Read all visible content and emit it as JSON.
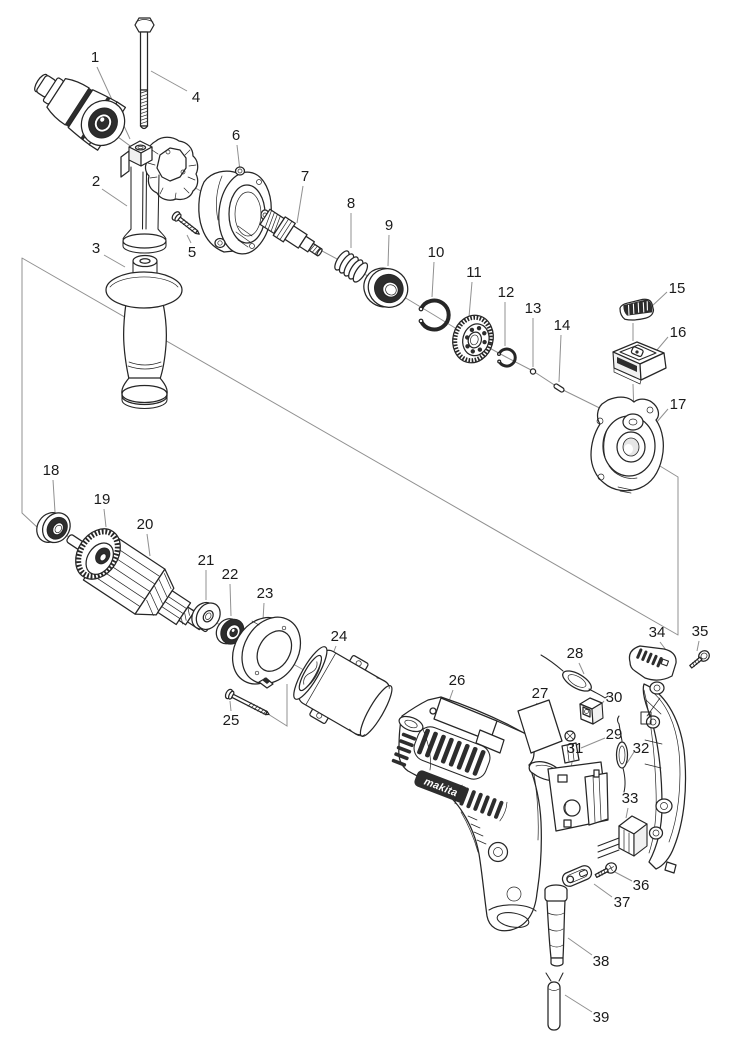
{
  "diagram": {
    "brand_logo": "makita",
    "colors": {
      "background": "#ffffff",
      "outline": "#262626",
      "leader_line": "#909090",
      "dark_fill": "#2d2d2d",
      "label_text": "#1b1b1b"
    },
    "callouts": [
      {
        "num": "1",
        "part": "drill-chuck",
        "label": [
          95,
          57
        ],
        "leader": [
          [
            97,
            67
          ],
          [
            130,
            139
          ]
        ]
      },
      {
        "num": "2",
        "part": "gear-housing",
        "label": [
          96,
          181
        ],
        "leader": [
          [
            102,
            189
          ],
          [
            127,
            206
          ]
        ]
      },
      {
        "num": "3",
        "part": "side-handle-grip",
        "label": [
          96,
          248
        ],
        "leader": [
          [
            104,
            255
          ],
          [
            125,
            267
          ]
        ]
      },
      {
        "num": "4",
        "part": "handle-bolt",
        "label": [
          196,
          97
        ],
        "leader": [
          [
            187,
            91
          ],
          [
            151,
            71
          ]
        ]
      },
      {
        "num": "5",
        "part": "tapping-screw",
        "label": [
          192,
          252
        ],
        "leader": [
          [
            191,
            243
          ],
          [
            187,
            235
          ]
        ]
      },
      {
        "num": "6",
        "part": "gear-housing-cover",
        "label": [
          236,
          135
        ],
        "leader": [
          [
            237,
            145
          ],
          [
            240,
            171
          ]
        ]
      },
      {
        "num": "7",
        "part": "spindle",
        "label": [
          305,
          176
        ],
        "leader": [
          [
            303,
            186
          ],
          [
            297,
            223
          ]
        ]
      },
      {
        "num": "8",
        "part": "compression-spring",
        "label": [
          351,
          203
        ],
        "leader": [
          [
            351,
            213
          ],
          [
            351,
            248
          ]
        ]
      },
      {
        "num": "9",
        "part": "ball-bearing",
        "label": [
          389,
          225
        ],
        "leader": [
          [
            389,
            235
          ],
          [
            388,
            266
          ]
        ]
      },
      {
        "num": "10",
        "part": "retaining-ring",
        "label": [
          436,
          252
        ],
        "leader": [
          [
            434,
            262
          ],
          [
            432,
            297
          ]
        ]
      },
      {
        "num": "11",
        "part": "gear",
        "label": [
          474,
          272
        ],
        "leader": [
          [
            472,
            282
          ],
          [
            469,
            317
          ]
        ]
      },
      {
        "num": "12",
        "part": "retaining-ring-small",
        "label": [
          506,
          292
        ],
        "leader": [
          [
            505,
            302
          ],
          [
            505,
            346
          ]
        ]
      },
      {
        "num": "13",
        "part": "steel-ball",
        "label": [
          533,
          308
        ],
        "leader": [
          [
            533,
            318
          ],
          [
            533,
            367
          ]
        ]
      },
      {
        "num": "14",
        "part": "pin",
        "label": [
          562,
          325
        ],
        "leader": [
          [
            561,
            335
          ],
          [
            559,
            382
          ]
        ]
      },
      {
        "num": "15",
        "part": "lock-button",
        "label": [
          677,
          288
        ],
        "leader": [
          [
            667,
            292
          ],
          [
            651,
            307
          ]
        ]
      },
      {
        "num": "16",
        "part": "slide-switch",
        "label": [
          678,
          332
        ],
        "leader": [
          [
            668,
            337
          ],
          [
            657,
            350
          ]
        ]
      },
      {
        "num": "17",
        "part": "bearing-box",
        "label": [
          678,
          404
        ],
        "leader": [
          [
            668,
            409
          ],
          [
            656,
            423
          ]
        ]
      },
      {
        "num": "18",
        "part": "ball-bearing-front",
        "label": [
          51,
          470
        ],
        "leader": [
          [
            53,
            480
          ],
          [
            55,
            512
          ]
        ]
      },
      {
        "num": "19",
        "part": "bevel-gear",
        "label": [
          102,
          499
        ],
        "leader": [
          [
            104,
            509
          ],
          [
            106,
            527
          ]
        ]
      },
      {
        "num": "20",
        "part": "armature",
        "label": [
          145,
          524
        ],
        "leader": [
          [
            147,
            534
          ],
          [
            150,
            556
          ]
        ]
      },
      {
        "num": "21",
        "part": "flat-washer",
        "label": [
          206,
          560
        ],
        "leader": [
          [
            206,
            570
          ],
          [
            206,
            600
          ]
        ]
      },
      {
        "num": "22",
        "part": "ball-bearing-rear",
        "label": [
          230,
          574
        ],
        "leader": [
          [
            230,
            584
          ],
          [
            231,
            616
          ]
        ]
      },
      {
        "num": "23",
        "part": "insulation-washer",
        "label": [
          265,
          593
        ],
        "leader": [
          [
            264,
            603
          ],
          [
            263,
            620
          ]
        ]
      },
      {
        "num": "24",
        "part": "field-stator",
        "label": [
          339,
          636
        ],
        "leader": [
          [
            336,
            646
          ],
          [
            331,
            659
          ]
        ]
      },
      {
        "num": "25",
        "part": "field-screw",
        "label": [
          231,
          720
        ],
        "leader": [
          [
            231,
            711
          ],
          [
            230,
            701
          ]
        ]
      },
      {
        "num": "26",
        "part": "motor-housing",
        "label": [
          457,
          680
        ],
        "leader": [
          [
            453,
            690
          ],
          [
            448,
            704
          ]
        ]
      },
      {
        "num": "27",
        "part": "name-plate",
        "label": [
          540,
          693
        ],
        "leader": [
          [
            537,
            703
          ],
          [
            532,
            713
          ]
        ]
      },
      {
        "num": "28",
        "part": "choke-coil",
        "label": [
          575,
          653
        ],
        "leader": [
          [
            579,
            663
          ],
          [
            584,
            674
          ]
        ]
      },
      {
        "num": "29",
        "part": "carbon-brush",
        "label": [
          614,
          734
        ],
        "leader": [
          [
            605,
            738
          ],
          [
            581,
            748
          ]
        ]
      },
      {
        "num": "30",
        "part": "brush-holder",
        "label": [
          614,
          697
        ],
        "leader": [
          [
            604,
            701
          ],
          [
            599,
            707
          ]
        ]
      },
      {
        "num": "31",
        "part": "trigger-switch",
        "label": [
          575,
          748
        ],
        "leader": [
          [
            573,
            758
          ],
          [
            571,
            767
          ]
        ]
      },
      {
        "num": "32",
        "part": "noise-suppressor",
        "label": [
          641,
          748
        ],
        "leader": [
          [
            634,
            752
          ],
          [
            627,
            763
          ]
        ]
      },
      {
        "num": "33",
        "part": "terminal-block",
        "label": [
          630,
          798
        ],
        "leader": [
          [
            628,
            808
          ],
          [
            626,
            818
          ]
        ]
      },
      {
        "num": "34",
        "part": "handle-cover",
        "label": [
          657,
          632
        ],
        "leader": [
          [
            660,
            642
          ],
          [
            666,
            650
          ]
        ]
      },
      {
        "num": "35",
        "part": "cover-screw",
        "label": [
          700,
          631
        ],
        "leader": [
          [
            699,
            641
          ],
          [
            697,
            651
          ]
        ]
      },
      {
        "num": "36",
        "part": "clip-screw",
        "label": [
          641,
          885
        ],
        "leader": [
          [
            632,
            881
          ],
          [
            613,
            871
          ]
        ]
      },
      {
        "num": "37",
        "part": "cord-clip",
        "label": [
          622,
          902
        ],
        "leader": [
          [
            612,
            897
          ],
          [
            594,
            884
          ]
        ]
      },
      {
        "num": "38",
        "part": "cord-guard",
        "label": [
          601,
          961
        ],
        "leader": [
          [
            592,
            955
          ],
          [
            568,
            938
          ]
        ]
      },
      {
        "num": "39",
        "part": "power-cord",
        "label": [
          601,
          1017
        ],
        "leader": [
          [
            592,
            1012
          ],
          [
            565,
            995
          ]
        ]
      }
    ]
  }
}
